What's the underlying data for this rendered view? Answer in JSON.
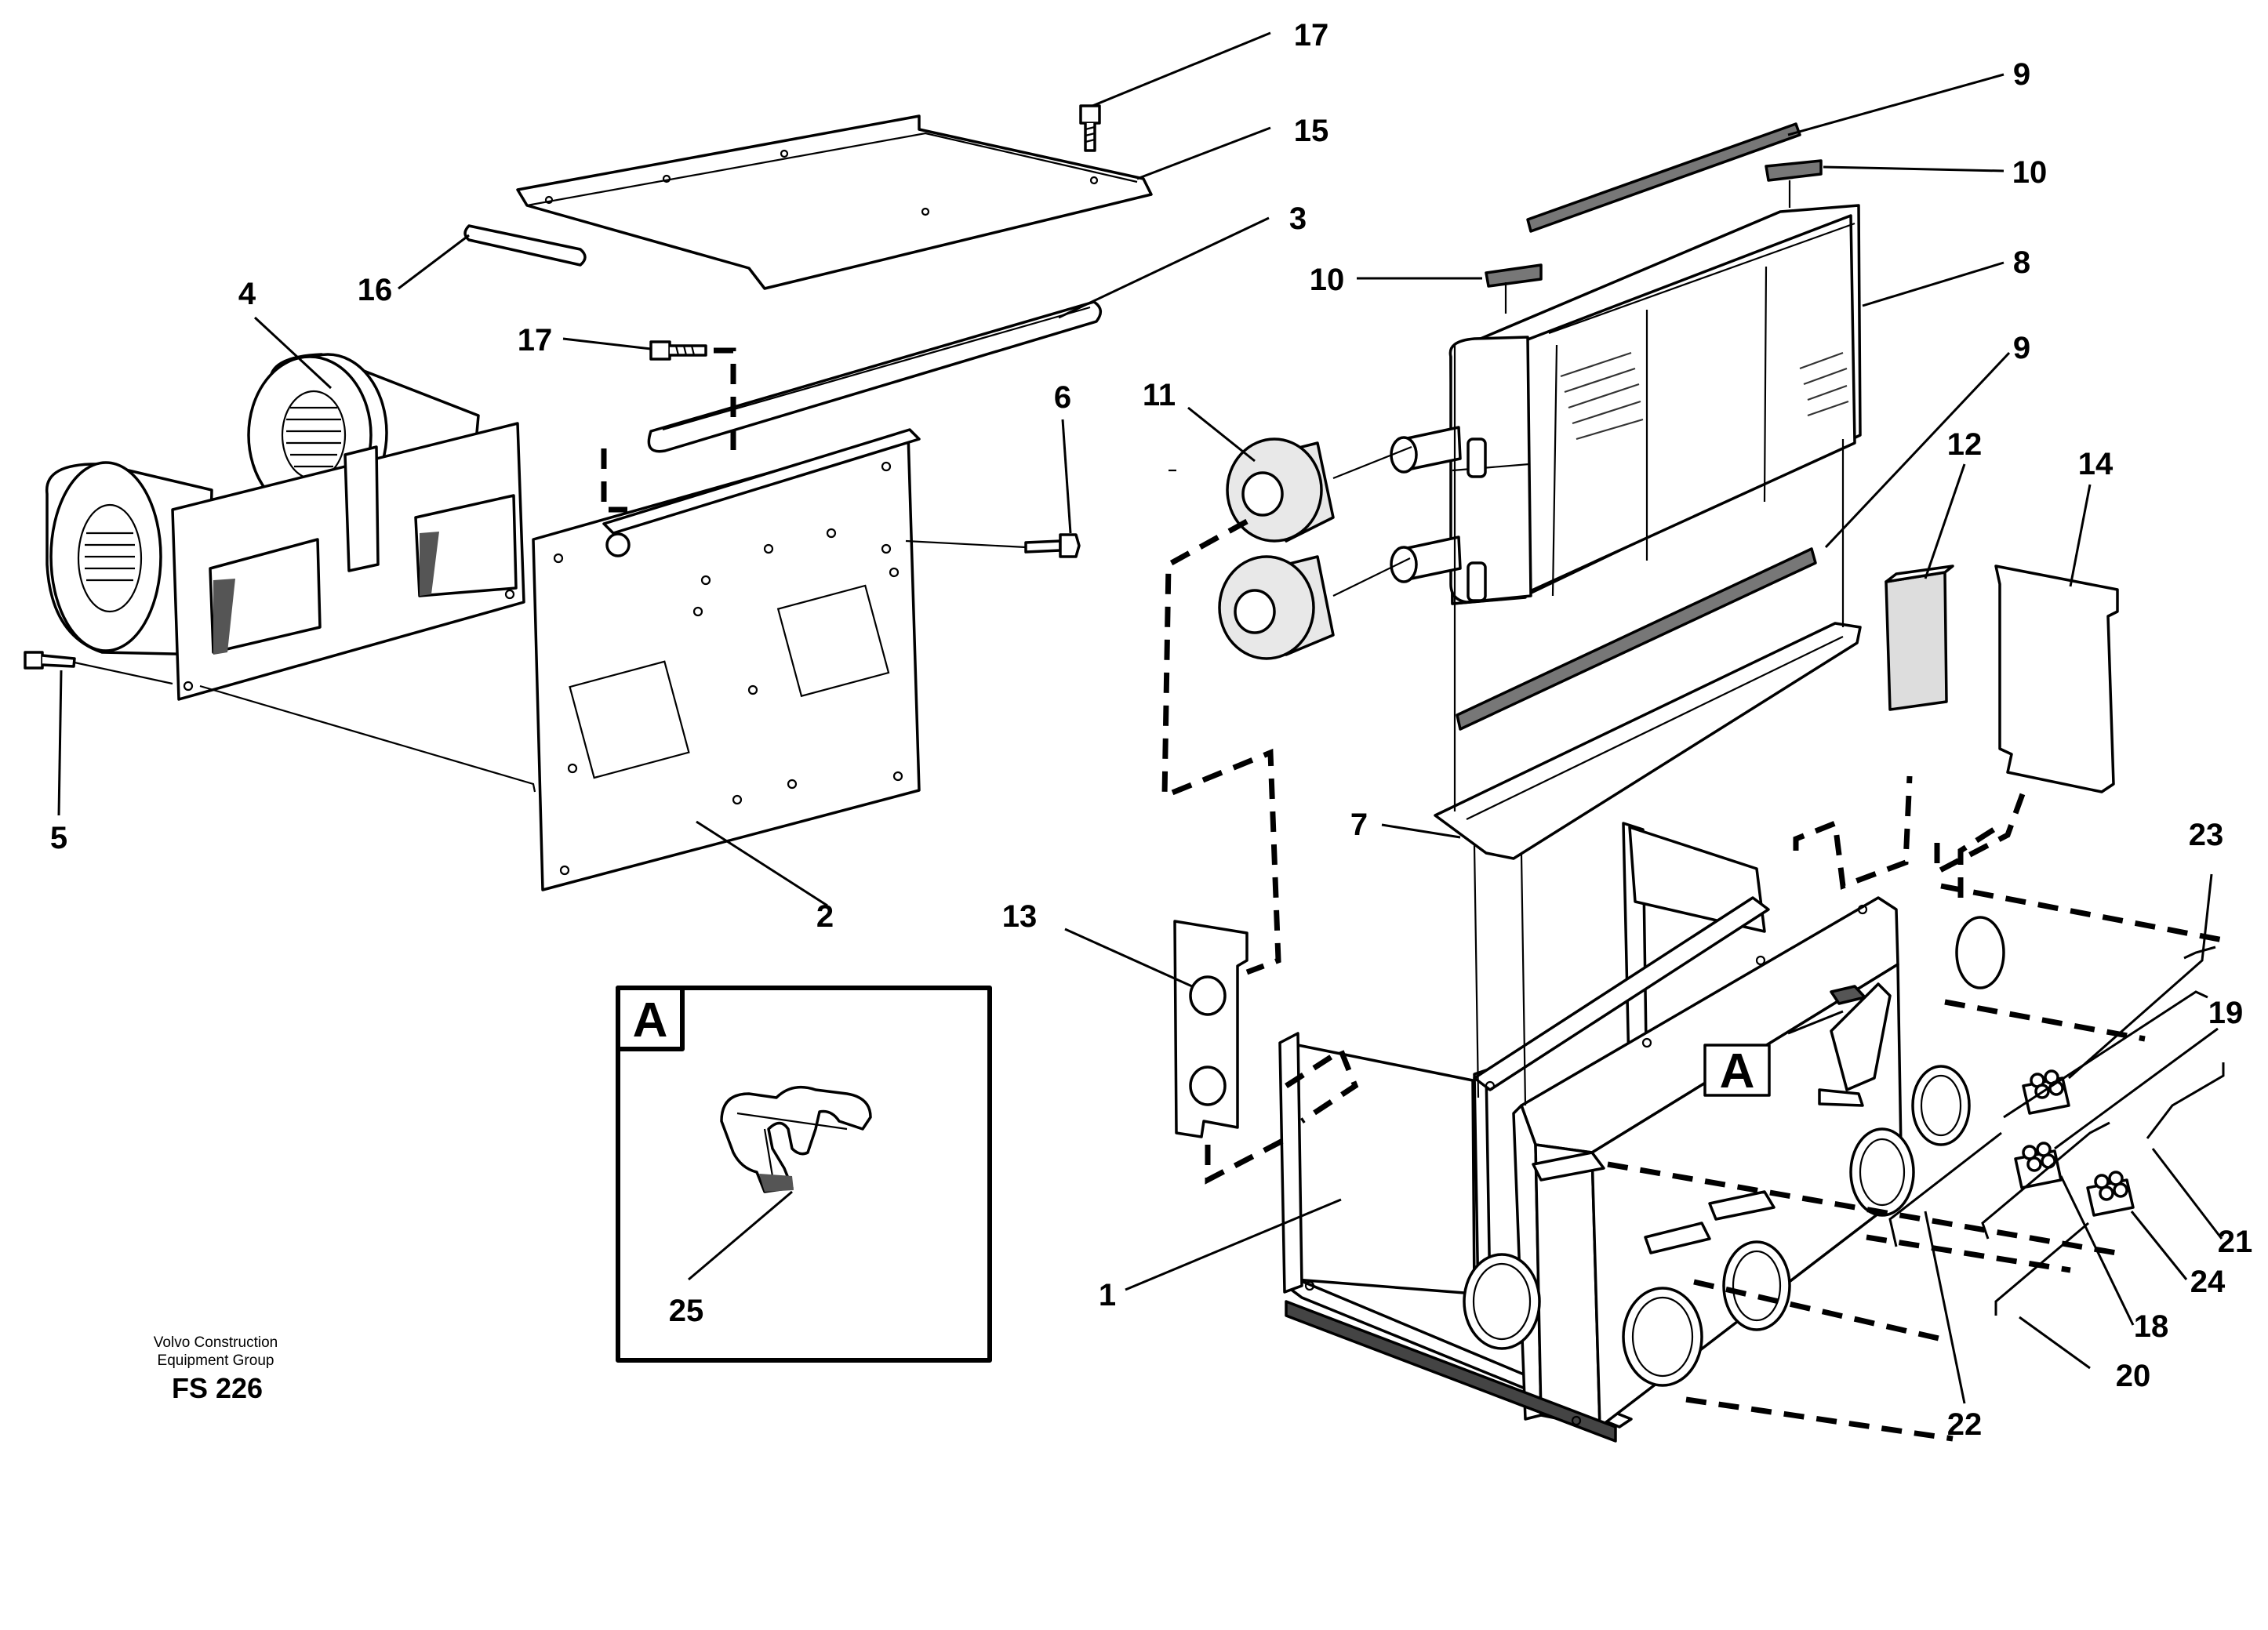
{
  "diagram": {
    "callouts": {
      "n1": "1",
      "n2": "2",
      "n3": "3",
      "n4": "4",
      "n5": "5",
      "n6": "6",
      "n7": "7",
      "n8": "8",
      "n9a": "9",
      "n9b": "9",
      "n10a": "10",
      "n10b": "10",
      "n11": "11",
      "n12": "12",
      "n13": "13",
      "n14": "14",
      "n15": "15",
      "n16": "16",
      "n17a": "17",
      "n17b": "17",
      "n18": "18",
      "n19": "19",
      "n20": "20",
      "n21": "21",
      "n22": "22",
      "n23": "23",
      "n24": "24",
      "n25": "25"
    },
    "detail_box_label": "A",
    "detail_marker_label": "A",
    "credit_line1": "Volvo Construction",
    "credit_line2": "Equipment Group",
    "figure_code": "FS 226"
  }
}
